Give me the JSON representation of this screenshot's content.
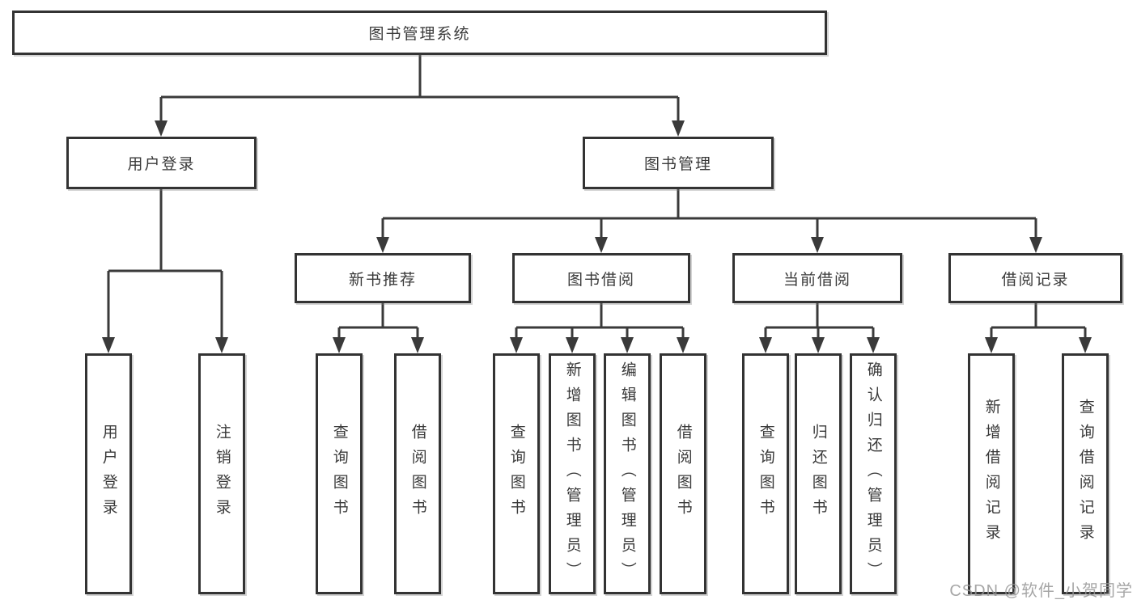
{
  "colors": {
    "line": "#3a3a3a",
    "box_border": "#333333",
    "text": "#3a3a3a",
    "watermark": "#969696",
    "background": "#ffffff"
  },
  "watermark": {
    "text": "CSDN @软件_小贺同学"
  },
  "tree": {
    "root": "图书管理系统",
    "branches": [
      {
        "label": "用户登录",
        "children": [
          "用户登录",
          "注销登录"
        ]
      },
      {
        "label": "图书管理",
        "groups": [
          {
            "label": "新书推荐",
            "children": [
              "查询图书",
              "借阅图书"
            ]
          },
          {
            "label": "图书借阅",
            "children": [
              "查询图书",
              "新增图书（管理员）",
              "编辑图书（管理员）",
              "借阅图书"
            ]
          },
          {
            "label": "当前借阅",
            "children": [
              "查询图书",
              "归还图书",
              "确认归还（管理员）"
            ]
          },
          {
            "label": "借阅记录",
            "children": [
              "新增借阅记录",
              "查询借阅记录"
            ]
          }
        ]
      }
    ]
  }
}
